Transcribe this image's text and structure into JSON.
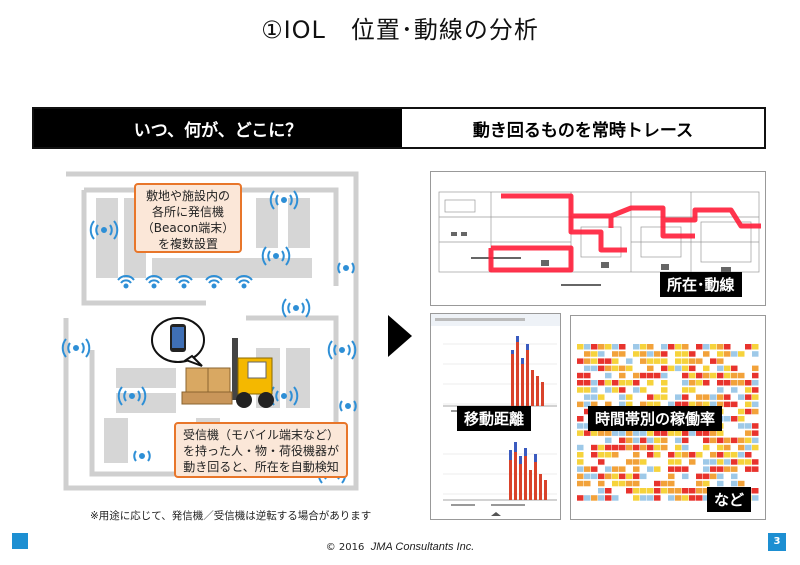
{
  "slide": {
    "title": "①IOL　位置･動線の分析",
    "banner_left": "いつ、何が、どこに？",
    "banner_right": "動き回るものを常時トレース",
    "callout_top": [
      "敷地や施設内の",
      "各所に発信機",
      "（Beacon端末）",
      "を複数設置"
    ],
    "callout_bottom": [
      "受信機（モバイル端末など）",
      "を持った人・物・荷役機器が",
      "動き回ると、所在を自動検知"
    ],
    "footnote": "※用途に応じて、発信機／受信機は逆転する場合があります",
    "tag_map": "所在･動線",
    "tag_distance": "移動距離",
    "tag_heatmap": "時間帯別の稼働率",
    "tag_etc": "など",
    "copyright_symbol": "© 2016",
    "copyright_company": "JMA Consultants Inc.",
    "page_number": "3"
  },
  "colors": {
    "accent_blue": "#1d8fd2",
    "callout_border": "#e8762a",
    "callout_fill": "#fbe7d8",
    "trace_red": "#ff1f3a",
    "heat_red": "#e8332d",
    "heat_orange": "#f2a23a",
    "heat_yellow": "#f6d33c",
    "heat_blue": "#9ec9e8",
    "bar_blue": "#3b5bbf",
    "bar_red": "#d9432b"
  },
  "icons": [
    "beacon-signal-icon",
    "smartphone-icon",
    "forklift-icon",
    "play-arrow-icon"
  ]
}
